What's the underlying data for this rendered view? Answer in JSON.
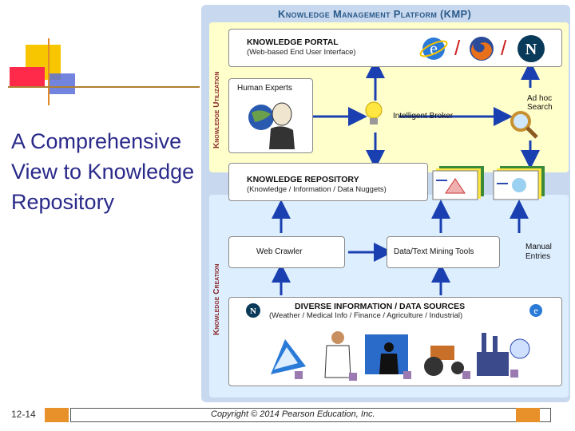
{
  "slide": {
    "title": "A Comprehensive View to Knowledge Repository",
    "page_number": "12-14",
    "copyright": "Copyright © 2014 Pearson Education, Inc."
  },
  "diagram": {
    "platform_title": "Knowledge Management Platform (KMP)",
    "utilization_label": "Knowledge Utilization",
    "creation_label": "Knowledge Creation",
    "portal": {
      "title": "KNOWLEDGE PORTAL",
      "subtitle": "(Web-based End User Interface)"
    },
    "human_experts": "Human Experts",
    "intelligent_broker": "Intelligent Broker",
    "adhoc_search": "Ad hoc Search",
    "repository": {
      "title": "KNOWLEDGE REPOSITORY",
      "subtitle": "(Knowledge / Information / Data Nuggets)"
    },
    "web_crawler": "Web Crawler",
    "mining_tools": "Data/Text Mining Tools",
    "manual_entries": "Manual Entries",
    "sources": {
      "title": "DIVERSE INFORMATION / DATA SOURCES",
      "subtitle": "(Weather / Medical Info / Finance / Agriculture / Industrial)"
    }
  },
  "colors": {
    "accent_orange": "#e8902a",
    "title_blue": "#2a2a8a",
    "arrow_blue": "#1a3fb0",
    "utilization_bg": "#ffffcc",
    "creation_bg": "#ddeeff"
  },
  "icons": [
    "internet-explorer-icon",
    "firefox-icon",
    "netscape-icon",
    "human-expert-icon",
    "lightbulb-icon",
    "magnifier-icon",
    "nugget-card-icon",
    "weather-map-icon",
    "doctor-icon",
    "finance-icon",
    "tractor-icon",
    "factory-icon"
  ]
}
